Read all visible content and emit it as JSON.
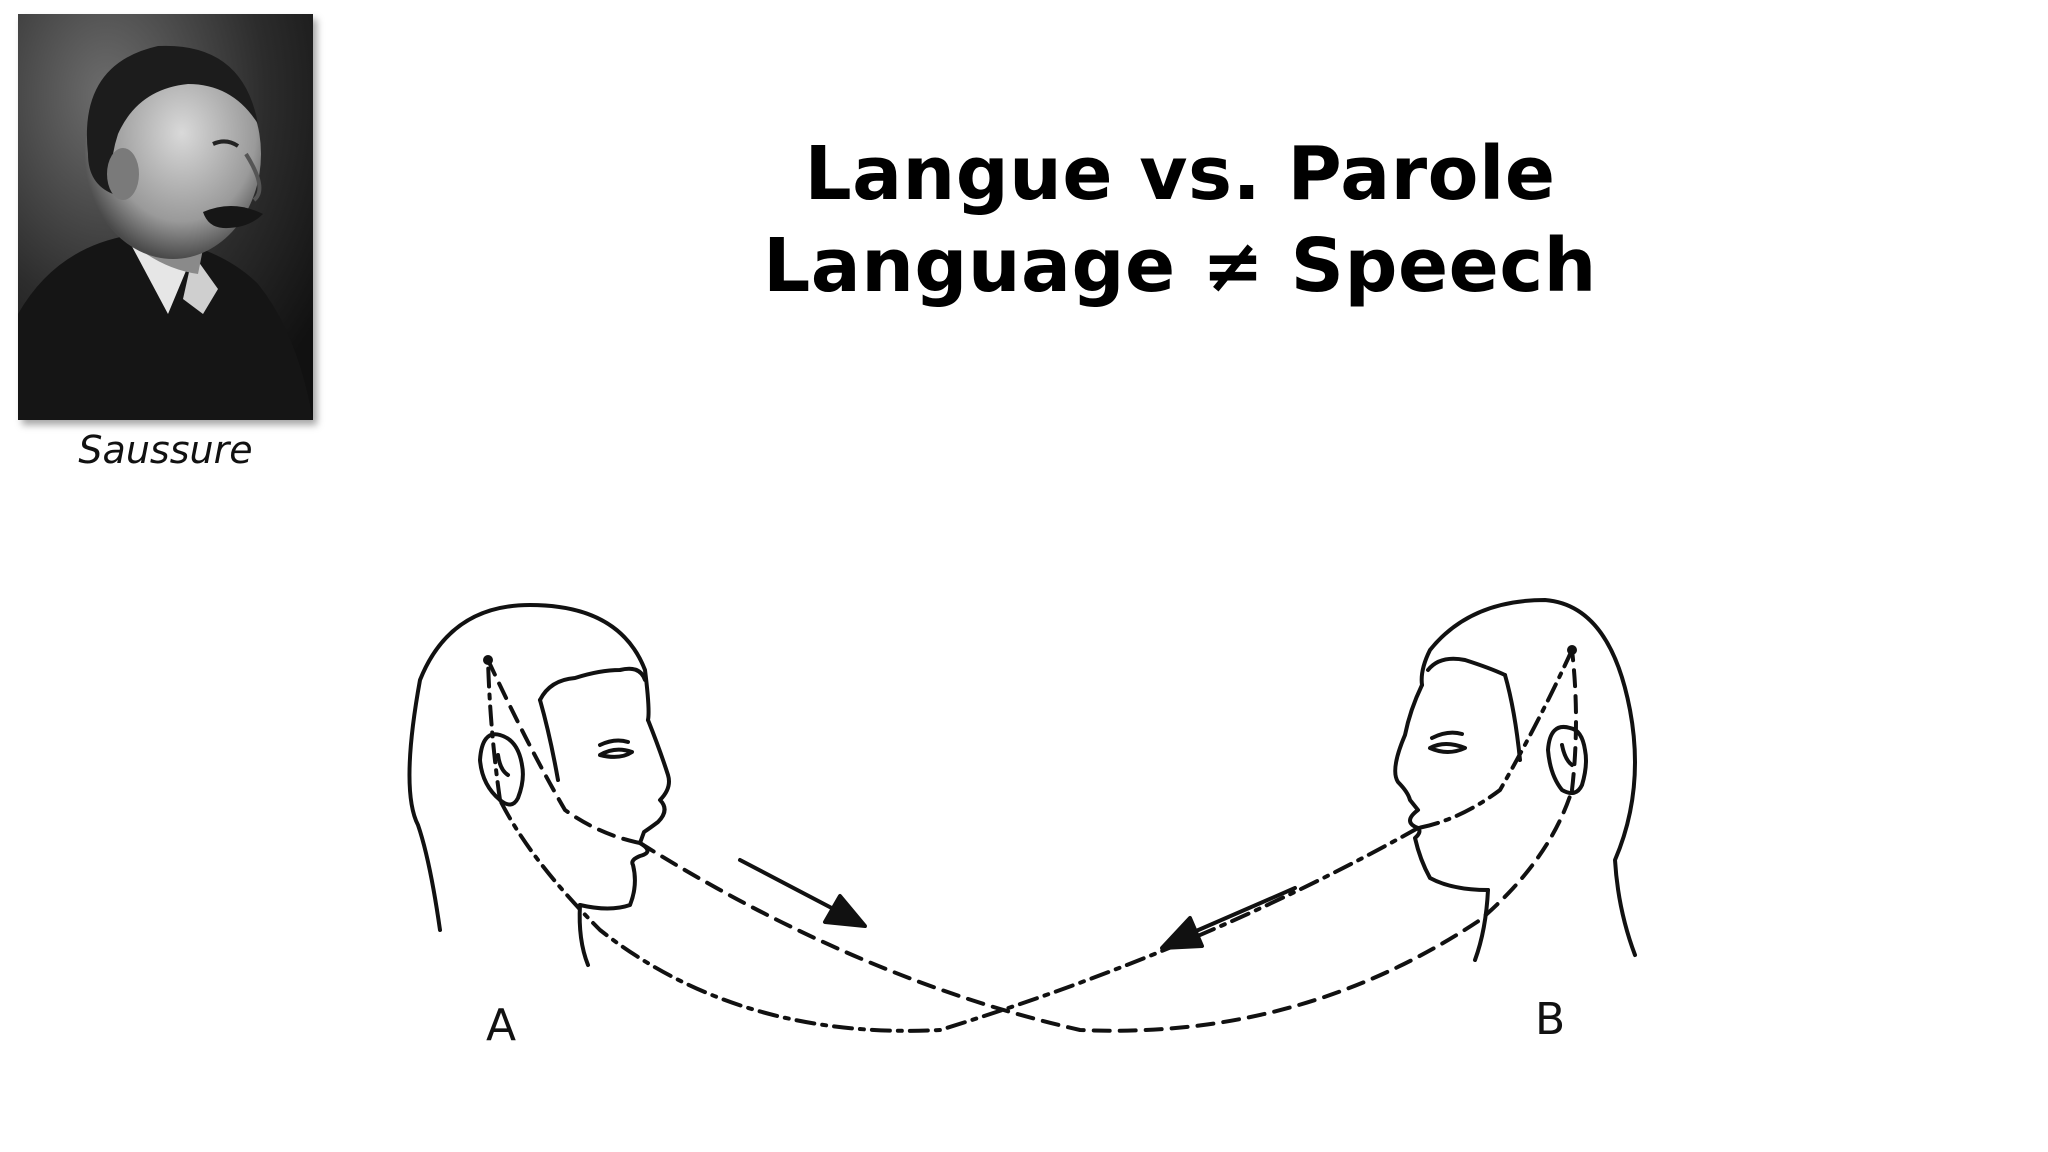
{
  "portrait": {
    "caption": "Saussure"
  },
  "title": {
    "line1": "Langue vs. Parole",
    "line2": "Language ≠ Speech"
  },
  "diagram": {
    "speaker_a_label": "A",
    "speaker_b_label": "B"
  },
  "colors": {
    "background": "#ffffff",
    "ink": "#000000"
  }
}
